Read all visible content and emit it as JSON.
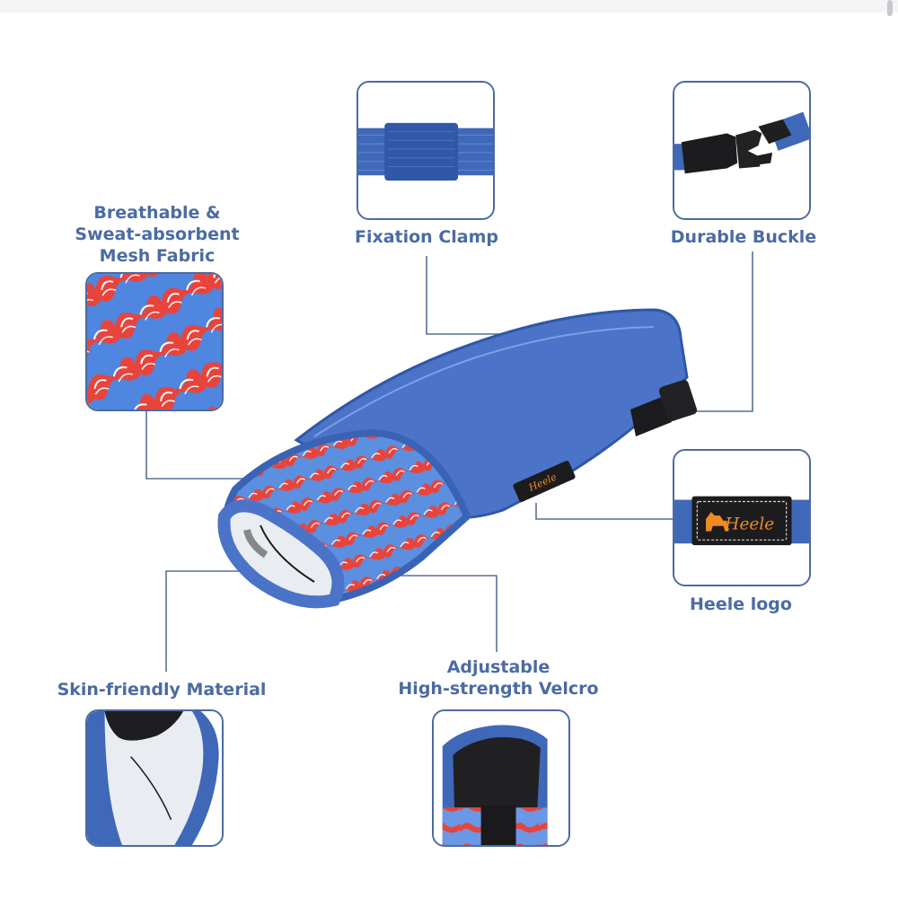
{
  "features": {
    "breathable": {
      "line1": "Breathable &",
      "line2": "Sweat-absorbent",
      "line3": "Mesh Fabric"
    },
    "fixation": "Fixation Clamp",
    "buckle": "Durable Buckle",
    "logo": "Heele logo",
    "skin": "Skin-friendly Material",
    "velcro": {
      "line1": "Adjustable",
      "line2": "High-strength Velcro"
    }
  },
  "brand": {
    "logo_text": "Heele"
  },
  "colors": {
    "label_text": "#4b6ba3",
    "frame_border": "#4b6aa1",
    "strap_blue": "#3f68b8",
    "pattern_red": "#e8443c",
    "buckle_black": "#1c1c1e",
    "logo_orange": "#f08a22"
  },
  "icons": {
    "dog_logo": "dog-silhouette-icon"
  }
}
